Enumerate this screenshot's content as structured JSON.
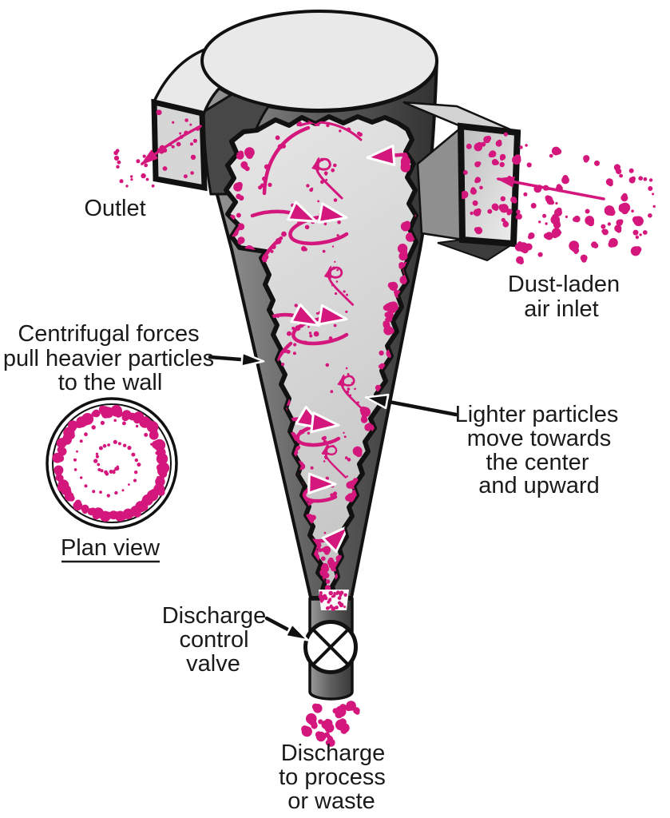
{
  "diagram": {
    "type": "cyclone-separator-cutaway",
    "colors": {
      "particle_magenta": "#d4177c",
      "flow_arrow_magenta": "#d4177c",
      "label_text": "#1a1a1a",
      "body_dark_wall": "#3f3f3f",
      "body_light_surface": "#e9e9e9",
      "interior_gray": "#d9d9d9",
      "background": "#ffffff"
    },
    "labels": {
      "outlet": "Outlet",
      "inlet_line1": "Dust-laden",
      "inlet_line2": "air inlet",
      "centrifugal_line1": "Centrifugal forces",
      "centrifugal_line2": "pull heavier particles",
      "centrifugal_line3": "to the wall",
      "lighter_line1": "Lighter particles",
      "lighter_line2": "move towards",
      "lighter_line3": "the center",
      "lighter_line4": "and upward",
      "plan_view": "Plan view",
      "valve_line1": "Discharge",
      "valve_line2": "control",
      "valve_line3": "valve",
      "discharge_line1": "Discharge",
      "discharge_line2": "to process",
      "discharge_line3": "or waste"
    }
  }
}
